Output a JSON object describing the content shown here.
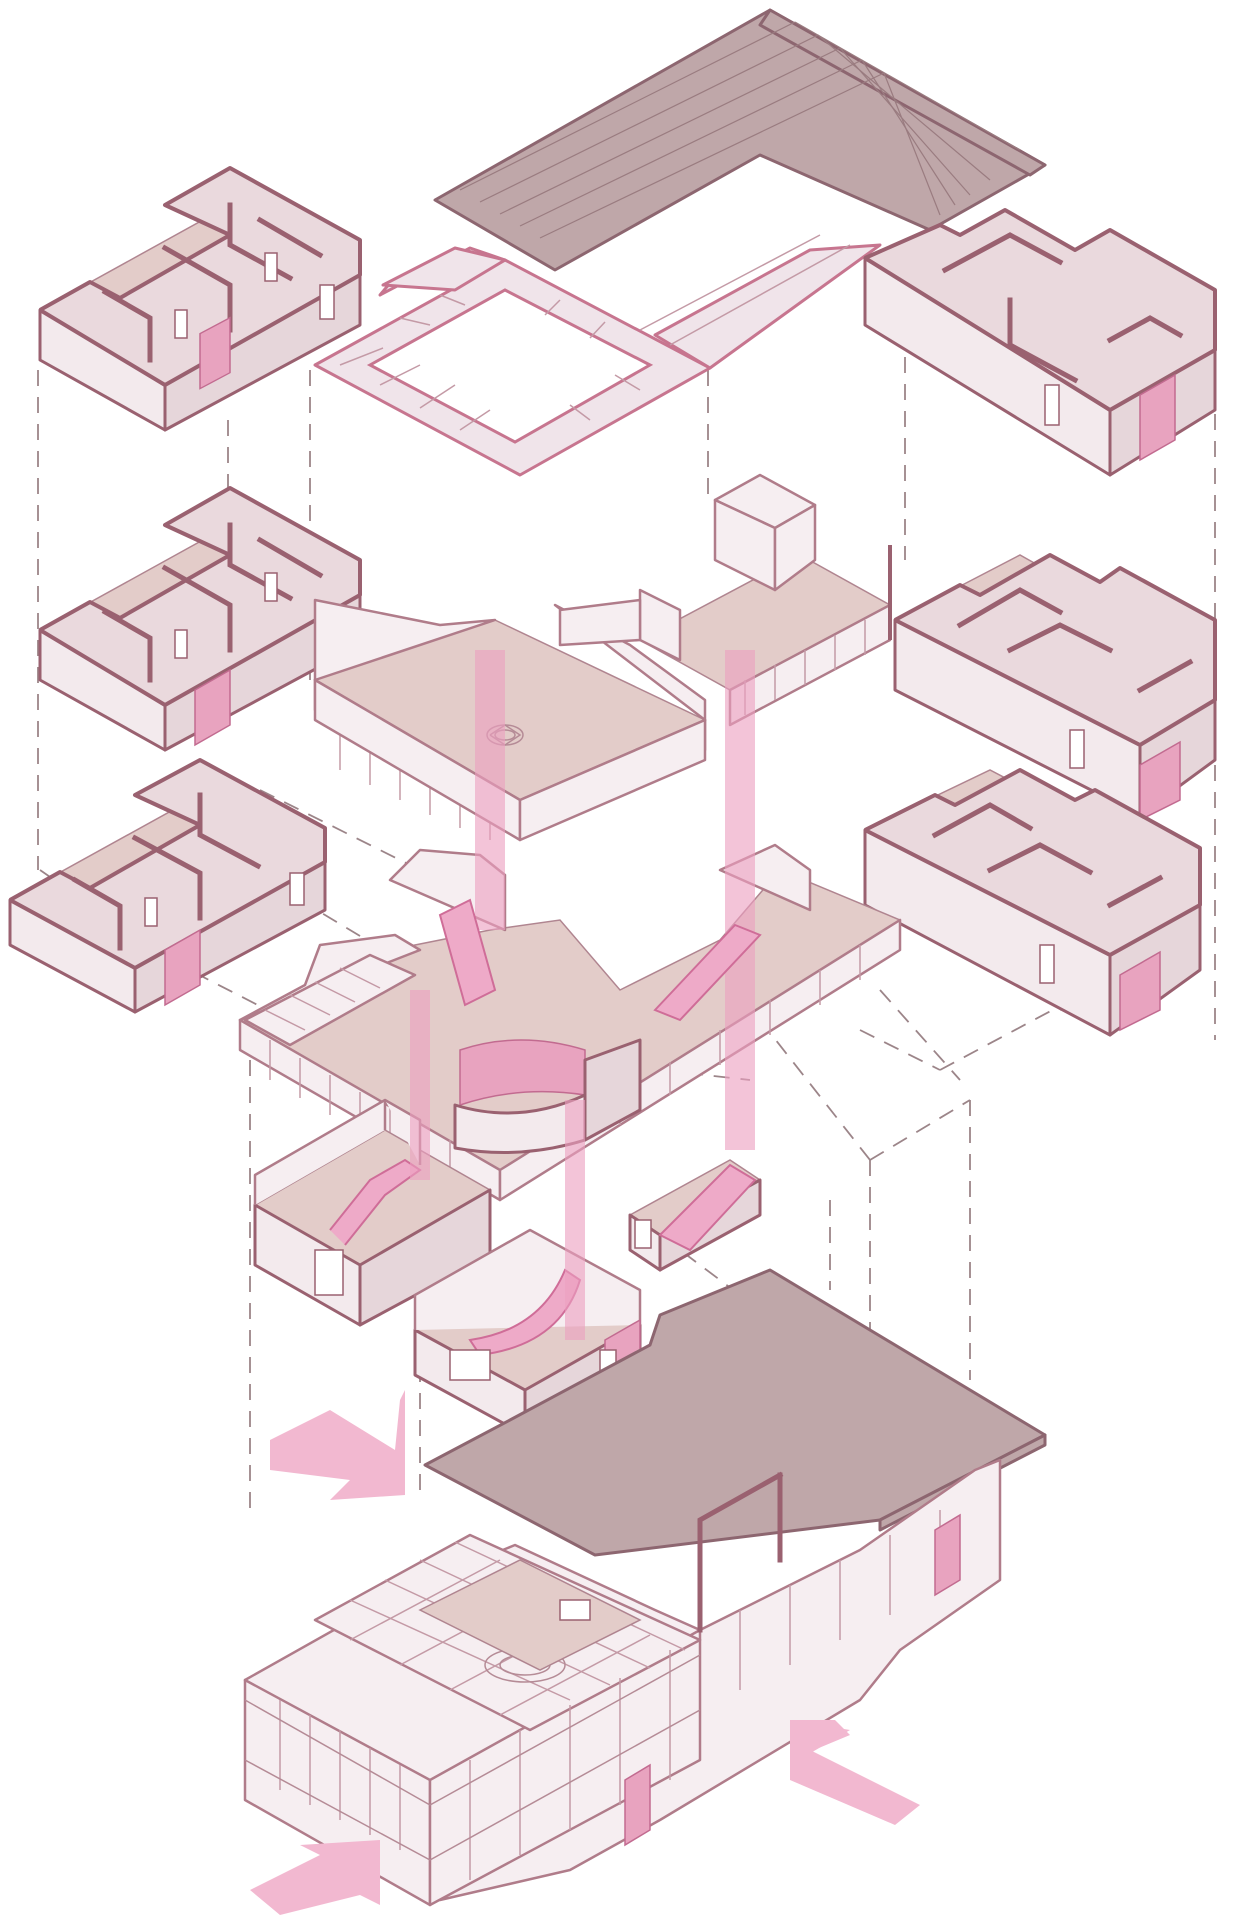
{
  "colors": {
    "wall_outline": "#9a6170",
    "wall_fill": "#ead9dd",
    "floor_fill": "#e3ccc9",
    "roof_fill": "#bfa7a9",
    "circulation_pink": "#ec9fc0",
    "entry_arrow_pink": "#f2b8d0",
    "guide_line_gray": "#9c8589"
  },
  "components": [
    "roof",
    "skylight-frame",
    "bedroom-module-left-upper",
    "bedroom-module-left-middle",
    "bedroom-module-left-lower",
    "bedroom-module-right-upper",
    "bedroom-module-right-middle",
    "bedroom-module-right-lower",
    "upper-gallery-floor",
    "middle-atrium-floor",
    "lower-stair-module",
    "lower-round-stair-module",
    "lower-small-stair-module",
    "assembled-building"
  ],
  "icons": [
    "entry-arrow-icon",
    "vertical-circulation-column"
  ]
}
